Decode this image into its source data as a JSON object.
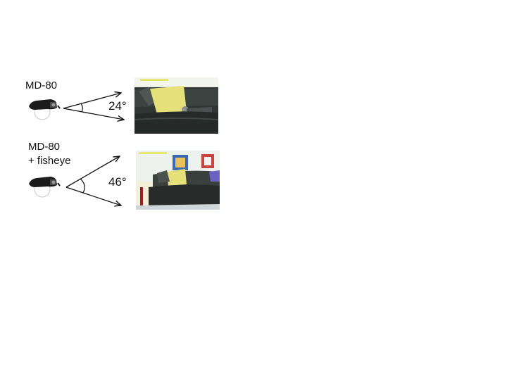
{
  "panels": [
    {
      "camera_label": "MD-80",
      "angle_label": "24°"
    },
    {
      "camera_label": "MD-80\n+ fisheye",
      "camera_label_line1": "MD-80",
      "camera_label_line2": "+ fisheye",
      "angle_label": "46°"
    }
  ]
}
